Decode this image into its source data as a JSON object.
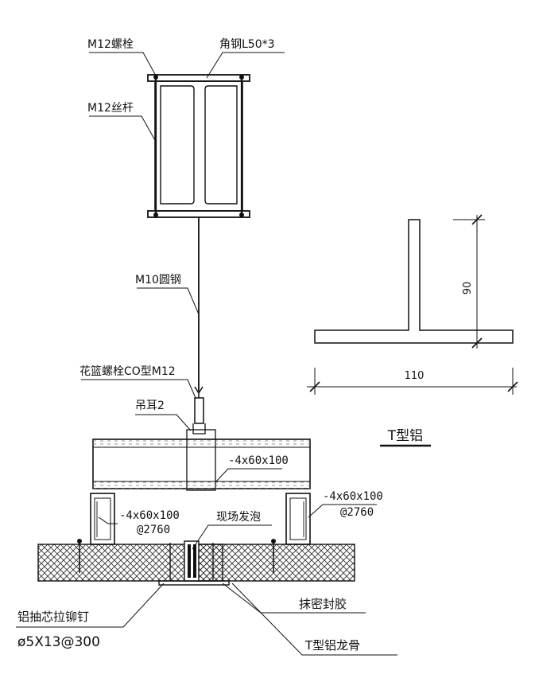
{
  "labels": {
    "bolt_m12": "M12螺栓",
    "angle_steel": "角钢L50*3",
    "threaded_rod": "M12丝杆",
    "round_steel": "M10圆钢",
    "turnbuckle": "花篮螺栓CO型M12",
    "lifting_lug": "吊耳2",
    "plate_top": "-4x60x100",
    "plate_right": "-4x60x100",
    "plate_right_spacing": "@2760",
    "plate_left": "-4x60x100",
    "plate_left_spacing": "@2760",
    "foam": "现场发泡",
    "rivet": "铝抽芯拉铆钉",
    "rivet_spec": "ø5X13@300",
    "sealant": "抹密封胶",
    "t_keel": "T型铝龙骨"
  },
  "t_profile": {
    "title": "T型铝",
    "dim_height": "90",
    "dim_width": "110"
  },
  "colors": {
    "line": "#111111",
    "hatch": "#333333"
  }
}
